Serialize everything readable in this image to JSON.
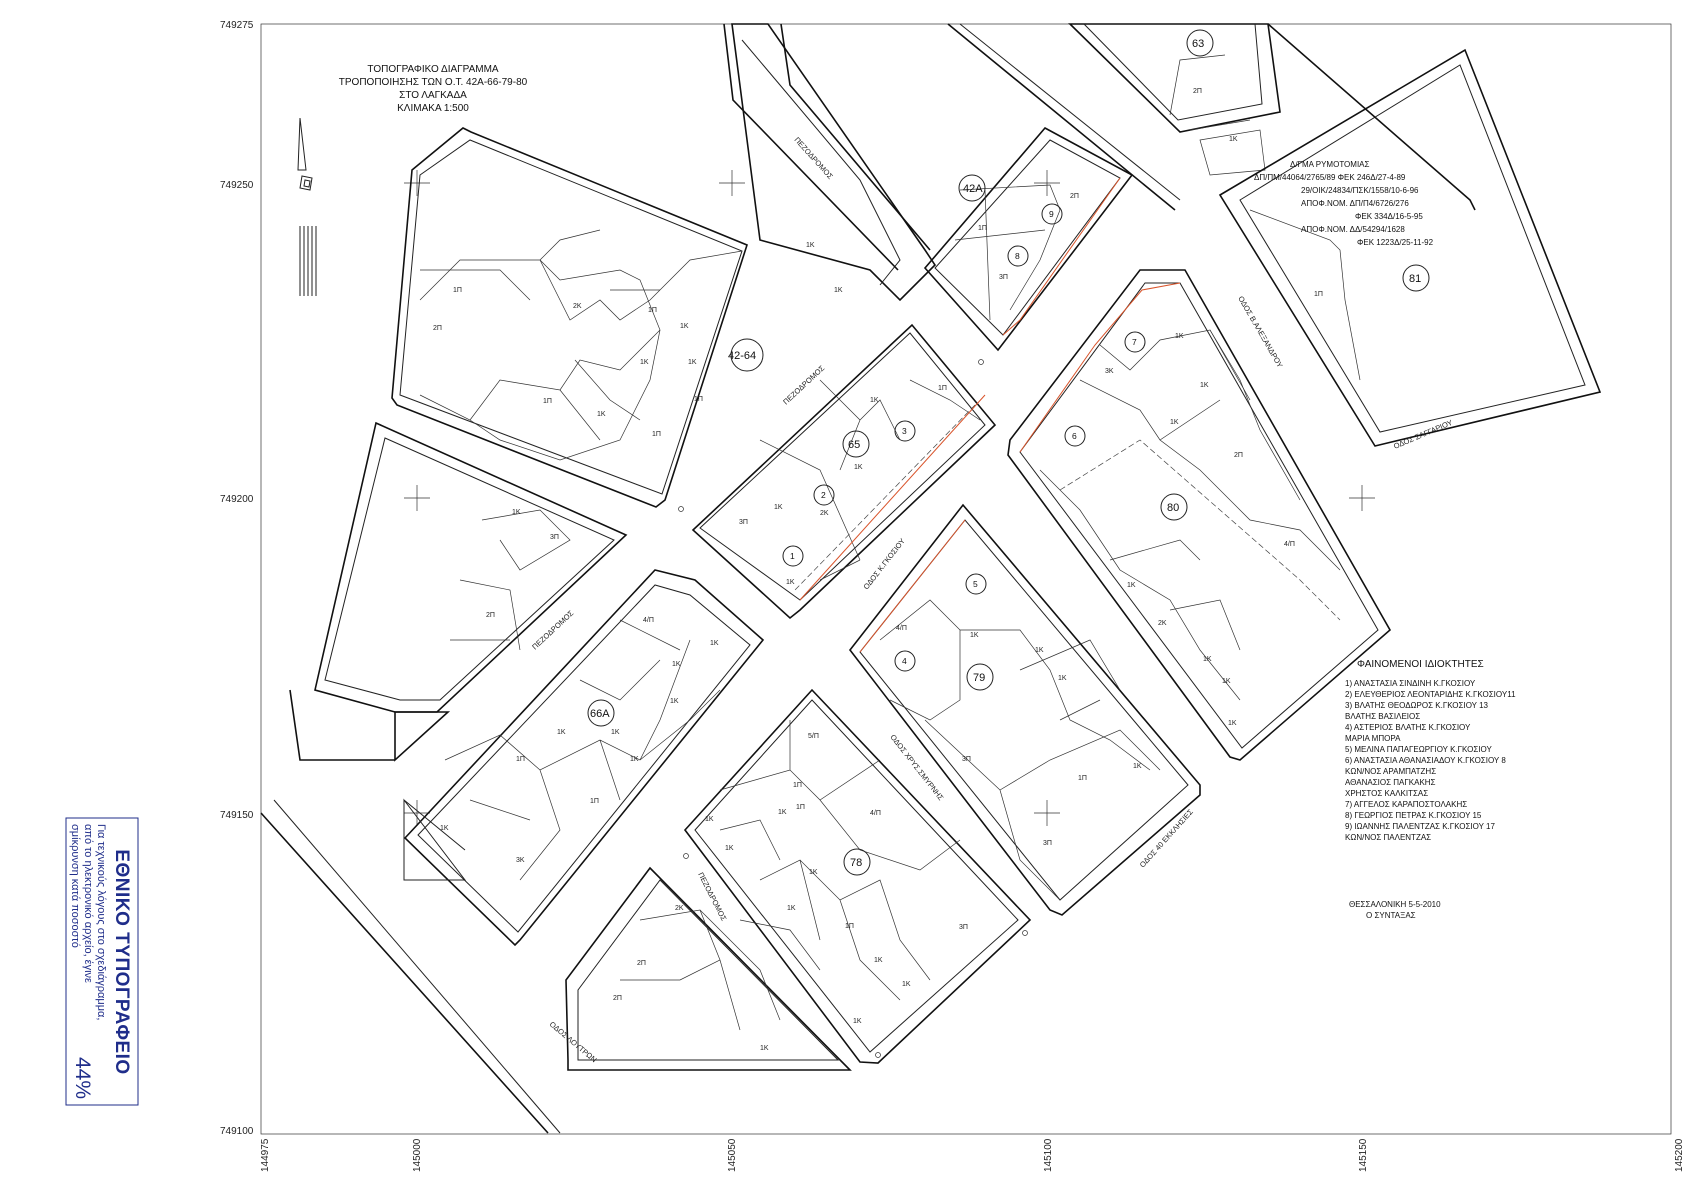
{
  "map_title": {
    "line1": "ΤΟΠΟΓΡΑΦΙΚΟ ΔΙΑΓΡΑΜΜΑ",
    "line2": "ΤΡΟΠΟΠΟΙΗΣΗΣ ΤΩΝ Ο.Τ. 42Α-66-79-80",
    "line3": "ΣΤΟ ΛΑΓΚΑΔΑ",
    "line4": "ΚΛΙΜΑΚΑ  1:500"
  },
  "axes": {
    "y_labels": [
      "749275",
      "749250",
      "749200",
      "749150",
      "749100"
    ],
    "x_labels": [
      "144975",
      "145000",
      "145050",
      "145100",
      "145150",
      "145200"
    ]
  },
  "decree_note": [
    "Δ/ΓΜΑ  ΡΥΜΟΤΟΜΙΑΣ",
    "ΔΠ/ΠΜ/44064/2765/89 ΦΕΚ 246Δ/27-4-89",
    "29/ΟΙΚ/24834/ΠΣΚ/1558/10-6-96",
    "ΑΠΟΦ.ΝΟΜ. ΔΠ/Π4/6726/276",
    "ΦΕΚ  334Δ/16-5-95",
    "ΑΠΟΦ.ΝΟΜ.  ΔΔ/54294/1628",
    "ΦΕΚ 1223Δ/25-11-92"
  ],
  "blocks": [
    "63",
    "42Α",
    "42-64",
    "65",
    "81",
    "80",
    "66Α",
    "79",
    "78"
  ],
  "parcels": [
    "1",
    "2",
    "3",
    "4",
    "5",
    "6",
    "7",
    "8",
    "9"
  ],
  "streets": {
    "pezodromos": "ΠΕΖΟΔΡΟΜΟΣ",
    "gkosiou": "ΟΔΟΣ Κ.ΓΚΟΣΙΟΥ",
    "valexandrou": "ΟΔΟΣ Β.ΑΛΕΞΑΝΔΡΟΥ",
    "saggariou": "ΟΔΟΣ ΣΑΓΓΑΡΙΟΥ",
    "xrys_smyrnis": "ΟΔΟΣ ΧΡΥΣ.ΣΜΥΡΝΗΣ",
    "ekklisies": "ΟΔΟΣ 40 ΕΚΚΛΗΣΙΕΣ",
    "loutron": "ΟΔΟΣ ΛΟΥΤΡΩΝ"
  },
  "owners": {
    "title": "ΦΑΙΝΟΜΕΝΟΙ ΙΔΙΟΚΤΗΤΕΣ",
    "lines": [
      "1) ΑΝΑΣΤΑΣΙΑ ΣΙΝΔΙΝΗ  Κ.ΓΚΟΣΙΟΥ",
      "2) ΕΛΕΥΘΕΡΙΟΣ ΛΕΟΝΤΑΡΙΔΗΣ Κ.ΓΚΟΣΙΟΥ11",
      "3) ΒΛΑΤΗΣ ΘΕΟΔΩΡΟΣ  Κ.ΓΚΟΣΙΟΥ 13",
      "    ΒΛΑΤΗΣ ΒΑΣΙΛΕΙΟΣ",
      "4) ΑΣΤΕΡΙΟΣ ΒΛΑΤΗΣ  Κ.ΓΚΟΣΙΟΥ",
      "    ΜΑΡΙΑ ΜΠΟΡΑ",
      "5) ΜΕΛΙΝΑ ΠΑΠΑΓΕΩΡΓΙΟΥ Κ.ΓΚΟΣΙΟΥ",
      "6) ΑΝΑΣΤΑΣΙΑ ΑΘΑΝΑΣΙΑΔΟΥ  Κ.ΓΚΟΣΙΟΥ 8",
      "    ΚΩΝ/ΝΟΣ ΑΡΑΜΠΑΤΖΗΣ",
      "    ΑΘΑΝΑΣΙΟΣ ΠΑΓΚΑΚΗΣ",
      "    ΧΡΗΣΤΟΣ ΚΑΛΚΙΤΣΑΣ",
      "7) ΑΓΓΕΛΟΣ ΚΑΡΑΠΟΣΤΟΛΑΚΗΣ",
      "8) ΓΕΩΡΓΙΟΣ ΠΕΤΡΑΣ  Κ.ΓΚΟΣΙΟΥ 15",
      "9) ΙΩΑΝΝΗΣ ΠΑΛΕΝΤΖΑΣ  Κ.ΓΚΟΣΙΟΥ  17",
      "    ΚΩΝ/ΝΟΣ ΠΑΛΕΝΤΖΑΣ"
    ]
  },
  "signature": {
    "place_date": "ΘΕΣΣΑΛΟΝΙΚΗ 5-5-2010",
    "role": "Ο ΣΥΝΤΑΞΑΣ"
  },
  "stamp": {
    "title": "ΕΘΝΙΚΟ ΤΥΠΟΓΡΑΦΕΙΟ",
    "line1": "Για τεχνικούς λόγους στο σχεδιάγραμμα,",
    "line2": "από το ηλεκτρονικό αρχείο, έγινε",
    "line3": "σμίκρυνση κατά ποσοστό",
    "percent": "44%",
    "color": "#1f2d8a"
  },
  "floor_labels": [
    "1Κ",
    "1Π",
    "2Π",
    "2Κ",
    "3Π",
    "3Κ",
    "4/Π",
    "5/Π"
  ]
}
